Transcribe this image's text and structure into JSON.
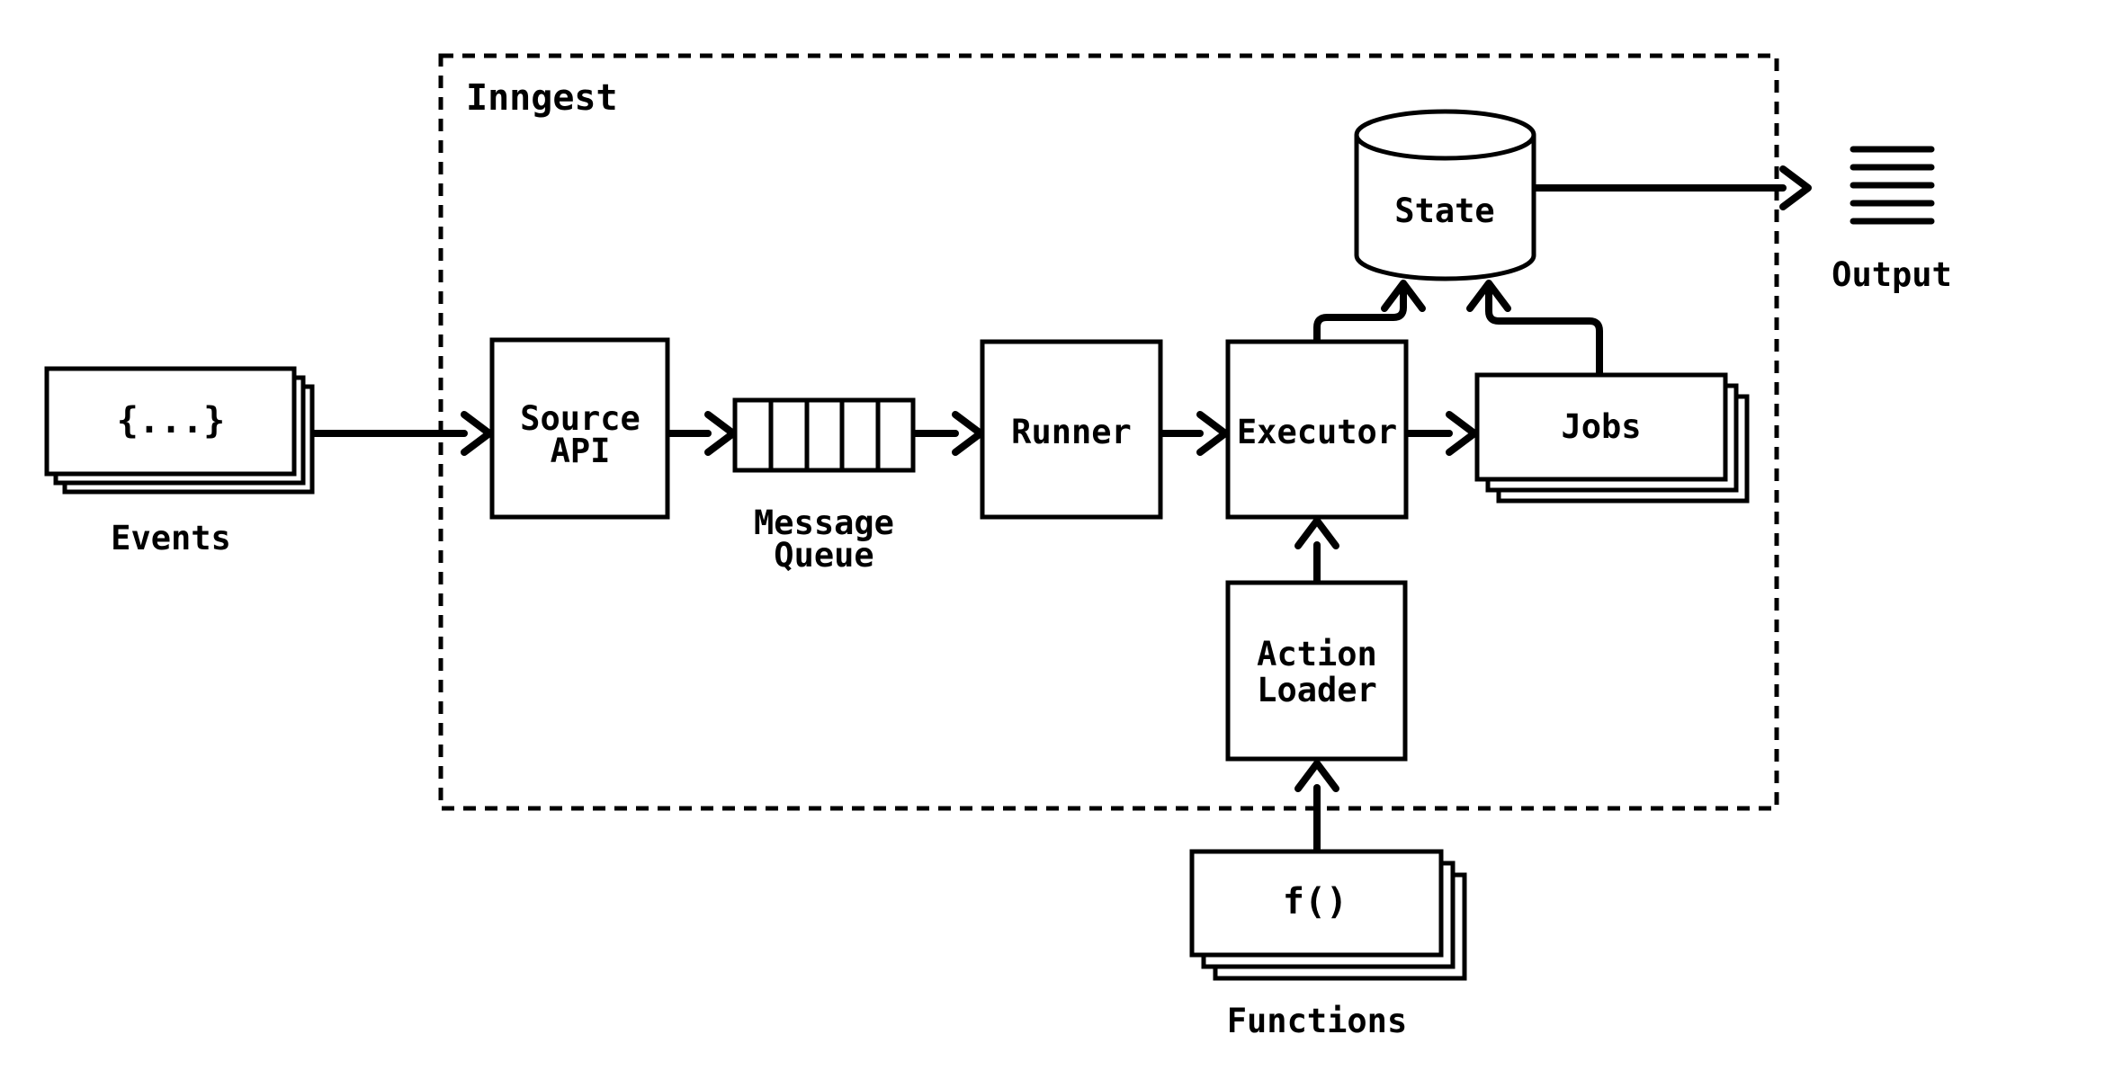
{
  "boundary": {
    "label": "Inngest"
  },
  "colors": {
    "stroke": "#000000",
    "background": "#ffffff"
  },
  "nodes": {
    "events": {
      "card_text": "{...}",
      "label": "Events",
      "stack_count": 3
    },
    "source_api": {
      "label_line1": "Source",
      "label_line2": "API"
    },
    "message_queue": {
      "label_line1": "Message",
      "label_line2": "Queue",
      "cells": 5
    },
    "runner": {
      "label": "Runner"
    },
    "executor": {
      "label": "Executor"
    },
    "state": {
      "label": "State"
    },
    "jobs": {
      "label": "Jobs",
      "stack_count": 3
    },
    "action_loader": {
      "label_line1": "Action",
      "label_line2": "Loader"
    },
    "functions": {
      "card_text": "f()",
      "label": "Functions",
      "stack_count": 3
    },
    "output": {
      "label": "Output"
    }
  },
  "edges": [
    {
      "from": "events",
      "to": "source_api"
    },
    {
      "from": "source_api",
      "to": "message_queue"
    },
    {
      "from": "message_queue",
      "to": "runner"
    },
    {
      "from": "runner",
      "to": "executor"
    },
    {
      "from": "executor",
      "to": "jobs"
    },
    {
      "from": "executor",
      "to": "state"
    },
    {
      "from": "jobs",
      "to": "state"
    },
    {
      "from": "state",
      "to": "output"
    },
    {
      "from": "action_loader",
      "to": "executor"
    },
    {
      "from": "functions",
      "to": "action_loader"
    }
  ]
}
